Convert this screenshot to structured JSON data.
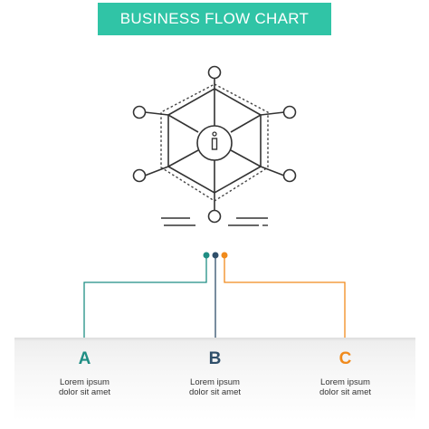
{
  "header": {
    "title": "BUSINESS FLOW CHART",
    "bg_color": "#30c4a6"
  },
  "colors": {
    "teal": "#1f8e84",
    "dark": "#2f4f6a",
    "orange": "#f08a1c",
    "line": "#444444"
  },
  "icon": {
    "name": "info-network-icon"
  },
  "steps": [
    {
      "letter": "A",
      "line1": "Lorem ipsum",
      "line2": "dolor sit amet",
      "color": "#1f8e84"
    },
    {
      "letter": "B",
      "line1": "Lorem ipsum",
      "line2": "dolor sit amet",
      "color": "#2f4f6a"
    },
    {
      "letter": "C",
      "line1": "Lorem ipsum",
      "line2": "dolor sit amet",
      "color": "#f08a1c"
    }
  ]
}
